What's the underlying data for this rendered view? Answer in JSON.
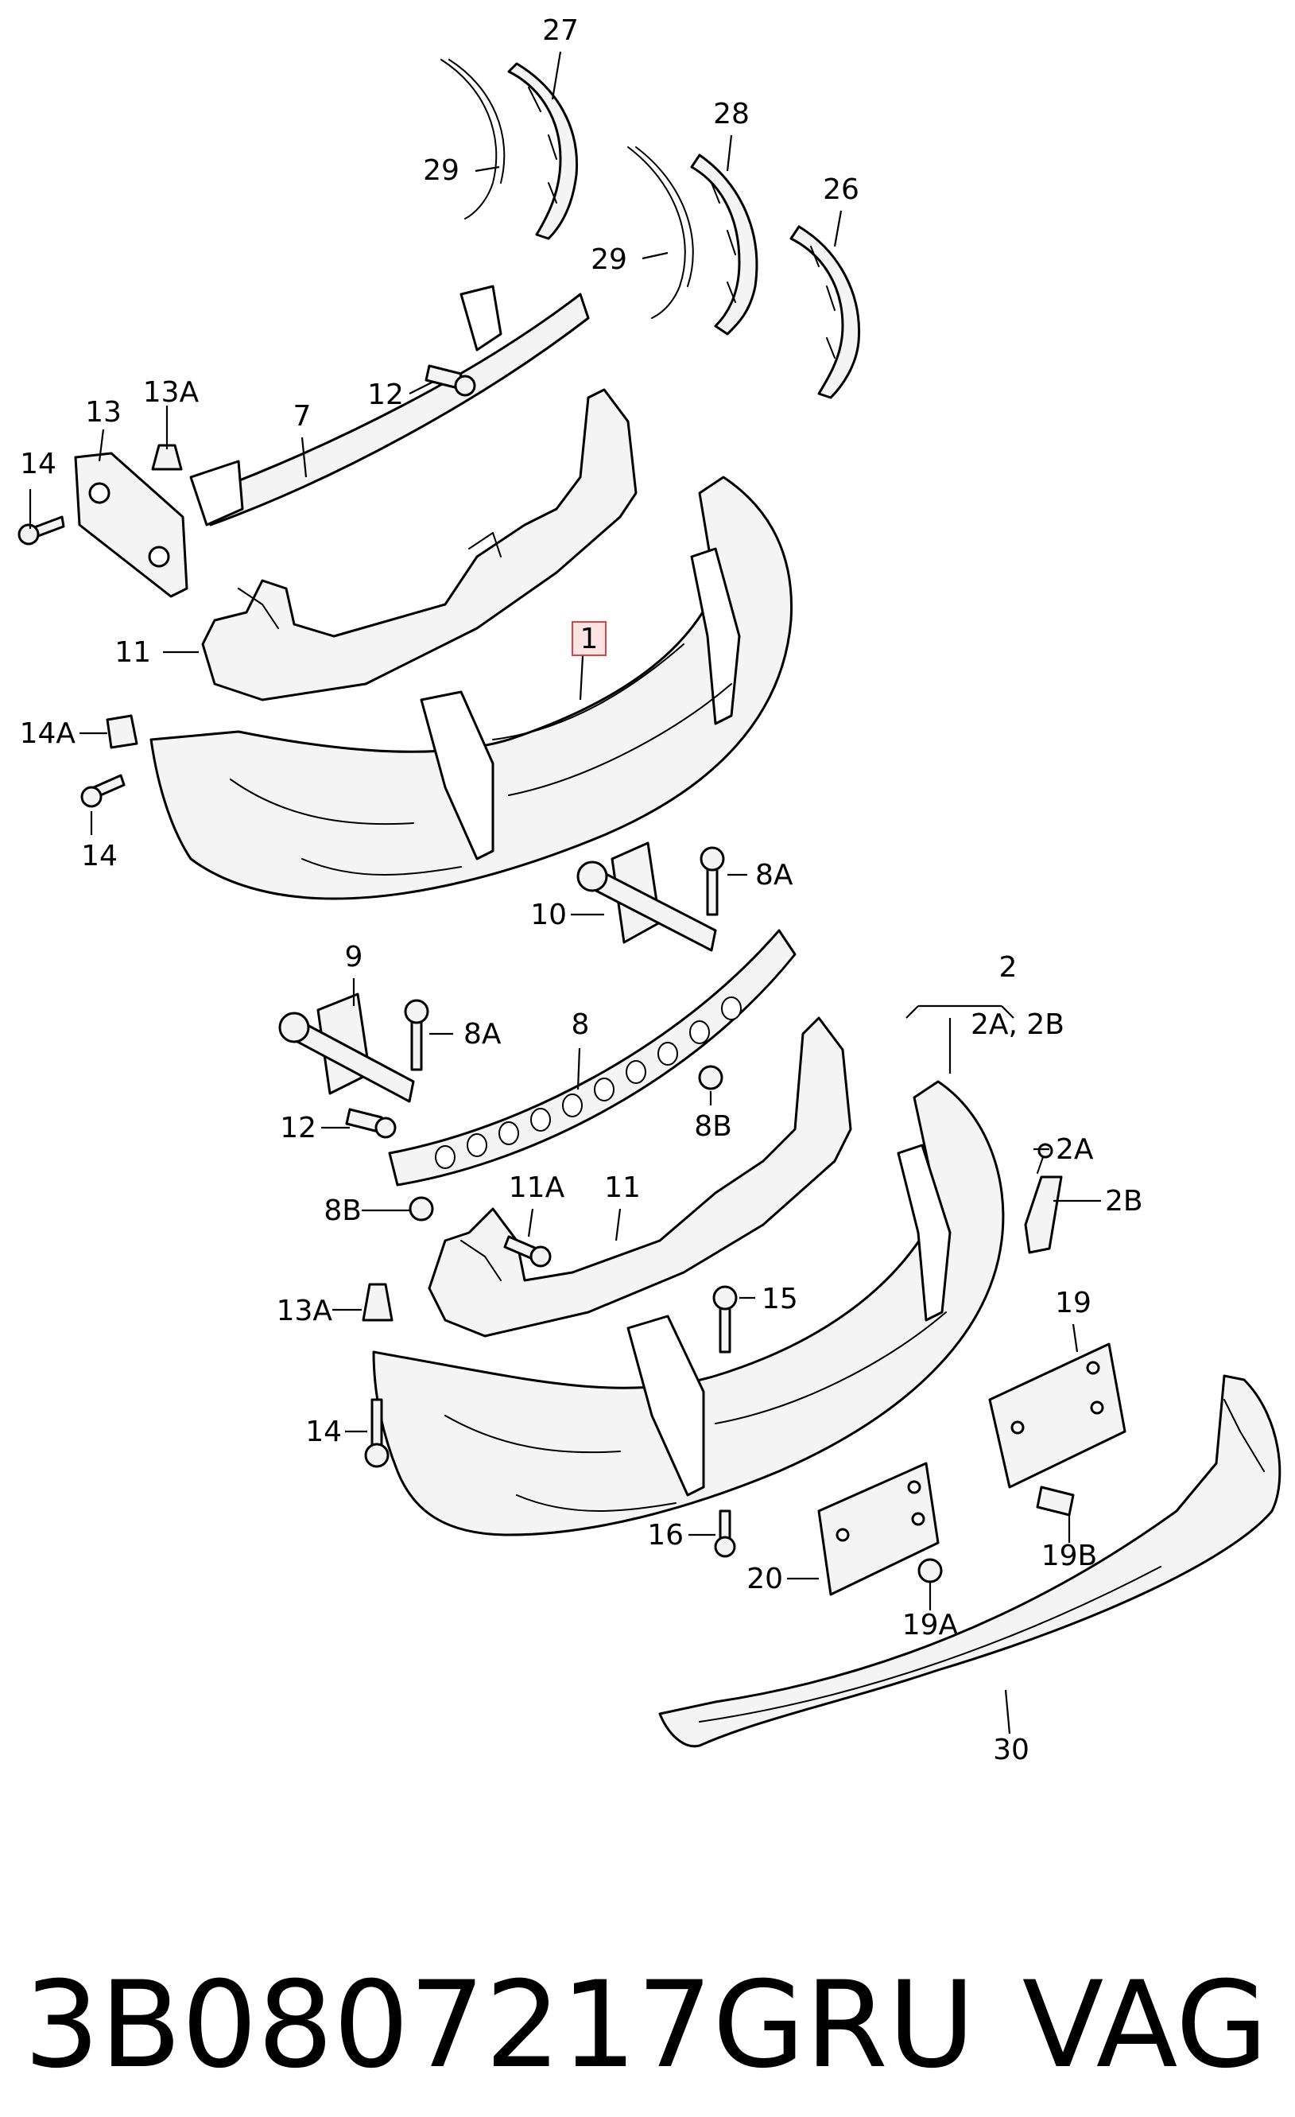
{
  "callouts": {
    "c1": "1",
    "c2": "2",
    "c2group": "2A,  2B",
    "c2A": "2A",
    "c2B": "2B",
    "c7": "7",
    "c8": "8",
    "c8A_top": "8A",
    "c8A_mid": "8A",
    "c8B_right": "8B",
    "c8B_left": "8B",
    "c9": "9",
    "c10": "10",
    "c11_top": "11",
    "c11_mid": "11",
    "c11A": "11A",
    "c12_top": "12",
    "c12_mid": "12",
    "c13": "13",
    "c13A_top": "13A",
    "c13A_mid": "13A",
    "c14_top": "14",
    "c14_left": "14",
    "c14_mid": "14",
    "c14A": "14A",
    "c15": "15",
    "c16": "16",
    "c19": "19",
    "c19A": "19A",
    "c19B": "19B",
    "c20": "20",
    "c26": "26",
    "c27": "27",
    "c28": "28",
    "c29_top": "29",
    "c29_mid": "29",
    "c30": "30"
  },
  "footer": {
    "part_number": "3B0807217GRU",
    "brand": "VAG"
  },
  "highlight": {
    "callout": "1",
    "fill": "#fde3e3",
    "border": "#d94444"
  }
}
